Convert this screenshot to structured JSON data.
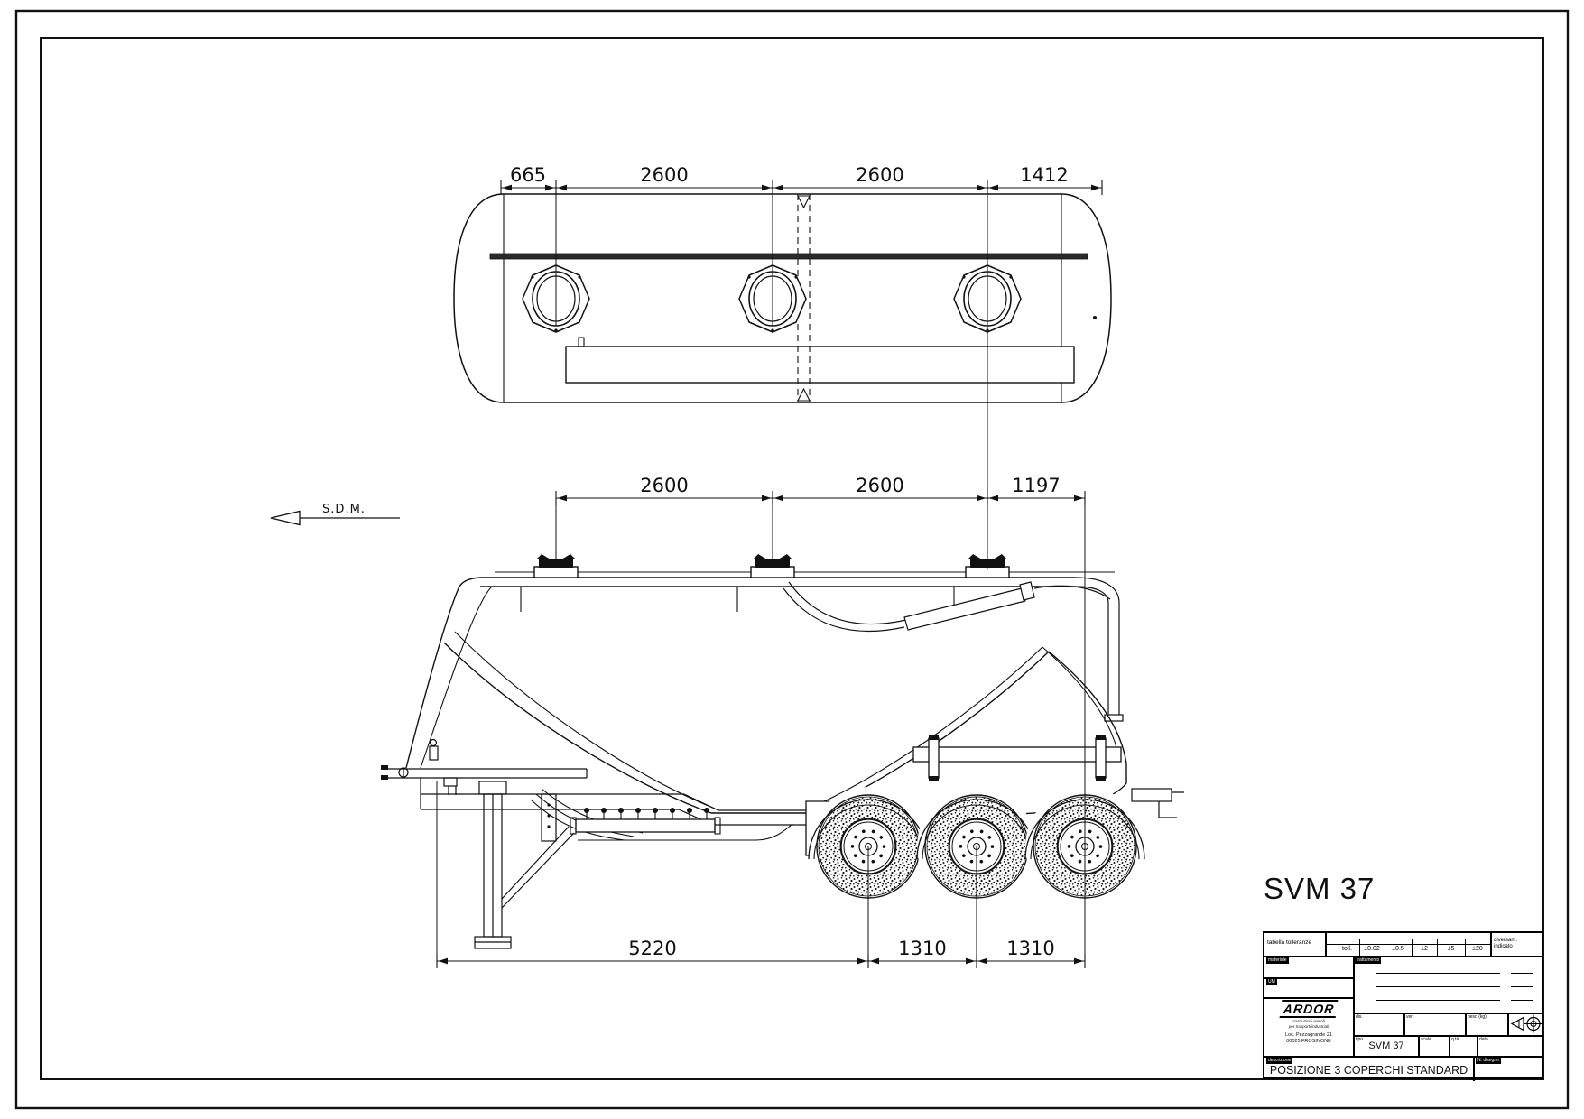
{
  "page": {
    "background": "#ffffff",
    "line_color": "#111111"
  },
  "drawing": {
    "model_title": "SVM 37",
    "direction_label": "S.D.M.",
    "dims": {
      "top": [
        "665",
        "2600",
        "2600",
        "1412"
      ],
      "middle": [
        "2600",
        "2600",
        "1197"
      ],
      "bottom": [
        "5220",
        "1310",
        "1310"
      ]
    }
  },
  "title_block": {
    "tabella_label": "tabella tolleranze",
    "toll_label": "toll.",
    "tolerances": [
      "±0.02",
      "±0.5",
      "±2",
      "±5",
      "±20"
    ],
    "diversam_line1": "diversam.",
    "diversam_line2": "indicato",
    "materiale_label": "materiale",
    "trattamento_label": "trattamento",
    "um_label": "UM",
    "dis_label": "dis.",
    "ver_label": "ver.",
    "peso_label": "peso (kg)",
    "tipo_label": "tipo",
    "tipo_value": "SVM 37",
    "scala_label": "scala",
    "qta_label": "q.tà",
    "data_label": "data",
    "descrizione_label": "descrizione",
    "ndisegno_label": "N. disegno",
    "description_value": "POSIZIONE 3 COPERCHI STANDARD",
    "company_name": "ARDOR",
    "company_tagline1": "costruzioni veicoli",
    "company_tagline2": "per trasporti industriali",
    "company_address1": "Loc. Pezzagrande 21",
    "company_address2": "00025 FROSINONE"
  }
}
